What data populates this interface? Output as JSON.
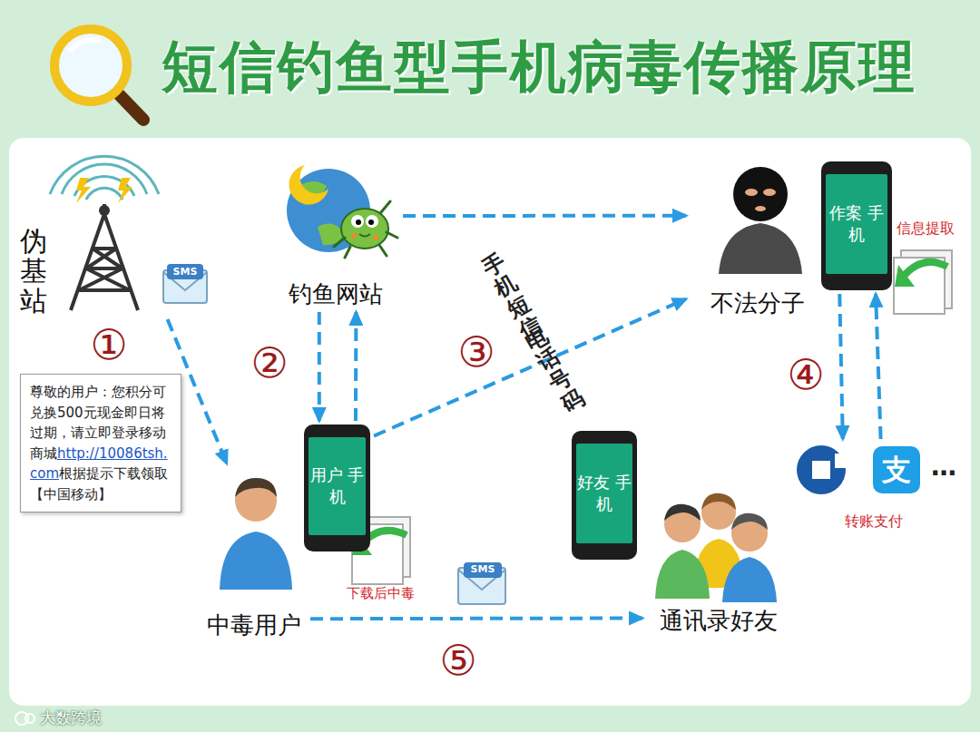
{
  "diagram": {
    "title": "短信钓鱼型手机病毒传播原理",
    "nodes": [
      {
        "text": [
          "伪基站"
        ]
      },
      {
        "text": [
          "钓鱼网站"
        ]
      },
      {
        "text": [
          "不法分子"
        ]
      },
      {
        "text": [
          "作案 手机"
        ]
      },
      {
        "text": [
          "尊敬的用户：您积分可兑换500元现金即日将过期，请立即登录移动商城",
          "http://10086tsh.com",
          "根据提示下载领取【中国移动】"
        ]
      },
      {
        "text": [
          "用户 手机"
        ]
      },
      {
        "text": [
          "中毒用户"
        ]
      },
      {
        "text": [
          "好友 手机"
        ]
      },
      {
        "text": [
          "通讯录好友"
        ]
      },
      {
        "text": [
          "转账支付"
        ]
      }
    ],
    "edges": [
      {
        "from": 0,
        "to": 6,
        "arrow": "to"
      },
      {
        "from": 1,
        "to": 5,
        "arrow": "to"
      },
      {
        "from": 5,
        "to": 1,
        "arrow": "to"
      },
      {
        "from": 1,
        "to": 2,
        "arrow": "to"
      },
      {
        "from": 5,
        "to": 2,
        "arrow": "to"
      },
      {
        "from": 3,
        "to": 9,
        "arrow": "to"
      },
      {
        "from": 9,
        "to": 3,
        "arrow": "to"
      },
      {
        "from": 6,
        "to": 8,
        "arrow": "to"
      }
    ],
    "labels": [
      "①",
      "SMS",
      "②",
      "③",
      "手机短信",
      "电话号码",
      "信息提取",
      "④",
      "支",
      "…",
      "下载后中毒",
      "SMS",
      "⑤",
      "大数跨境"
    ]
  }
}
